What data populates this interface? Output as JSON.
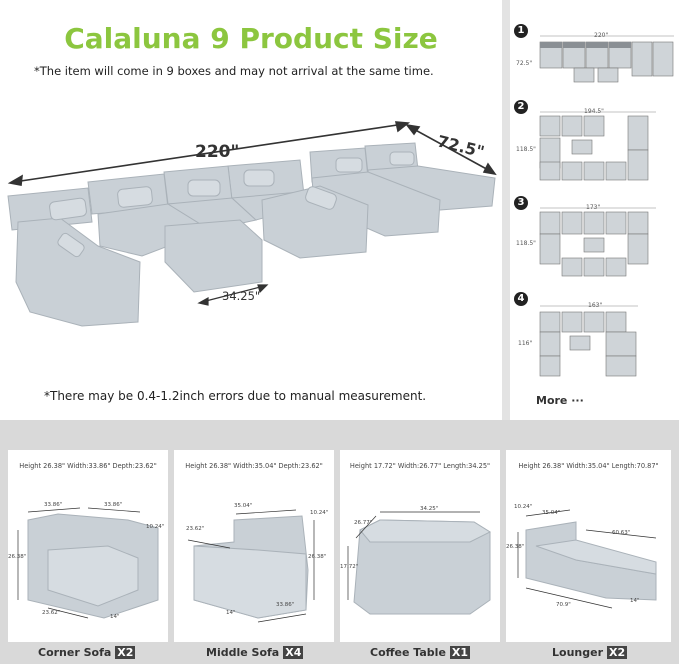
{
  "hero": {
    "title": "Calaluna 9 Product Size",
    "note_top": "*The item will come in 9 boxes and may not arrival at the same time.",
    "dim_length": "220\"",
    "dim_depth": "72.5\"",
    "dim_table": "34.25\"",
    "note_bottom": "*There may be 0.4-1.2inch errors due to manual measurement."
  },
  "layouts": [
    {
      "num": "1",
      "width": "220\"",
      "height": "72.5\""
    },
    {
      "num": "2",
      "width": "194.5\"",
      "height": "118.5\""
    },
    {
      "num": "3",
      "width": "173\"",
      "height": "118.5\""
    },
    {
      "num": "4",
      "width": "163\"",
      "height": "116\""
    }
  ],
  "more": "More ···",
  "products": [
    {
      "spec": "Height 26.38\"  Width:33.86\"  Depth:23.62\"",
      "dims": [
        "33.86\"",
        "33.86\"",
        "10.24\"",
        "26.38\"",
        "23.62\"",
        "14\""
      ],
      "name": "Corner Sofa",
      "qty": "X2"
    },
    {
      "spec": "Height 26.38\"  Width:35.04\"  Depth:23.62\"",
      "dims": [
        "35.04\"",
        "10.24\"",
        "23.62\"",
        "26.38\"",
        "14\"",
        "33.86\""
      ],
      "name": "Middle Sofa",
      "qty": "X4"
    },
    {
      "spec": "Height 17.72\"  Width:26.77\"  Length:34.25\"",
      "dims": [
        "34.25\"",
        "26.77\"",
        "17.72\""
      ],
      "name": "Coffee Table",
      "qty": "X1"
    },
    {
      "spec": "Height 26.38\"  Width:35.04\"  Length:70.87\"",
      "dims": [
        "10.24\"",
        "35.04\"",
        "60.63\"",
        "26.38\"",
        "70.9\"",
        "14\""
      ],
      "name": "Lounger",
      "qty": "X2"
    }
  ],
  "colors": {
    "title_green": "#8cc63f",
    "sofa": "#c9d0d6",
    "sofa_shadow": "#aab2b9",
    "bg": "#d9d9d9"
  }
}
